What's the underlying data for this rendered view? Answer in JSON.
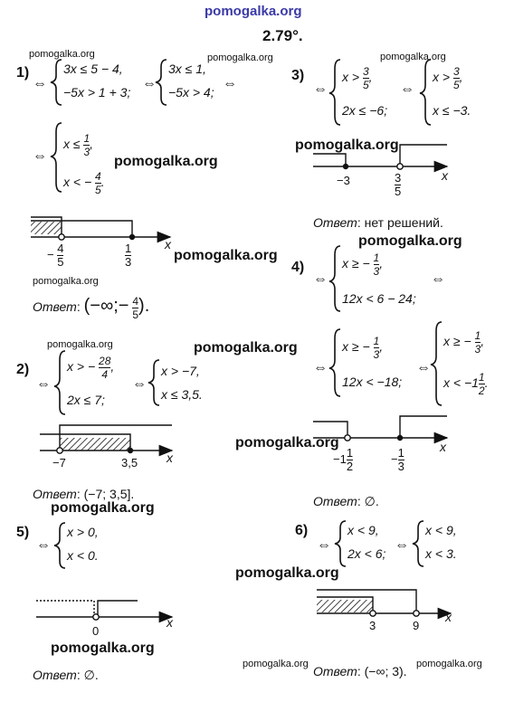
{
  "watermark": "pomogalka.org",
  "title": "2.79°.",
  "numbers": {
    "p1": "1)",
    "p2": "2)",
    "p3": "3)",
    "p4": "4)",
    "p5": "5)",
    "p6": "6)"
  },
  "arrow": "⇔",
  "p1": {
    "l1a": "3x ≤ 5 − 4,",
    "l1b": "−5x > 1 + 3;",
    "l2a": "3x ≤ 1,",
    "l2b": "−5x > 4;",
    "l3a_pre": "x ≤",
    "l3a_num": "1",
    "l3a_den": "3",
    "l3a_post": ",",
    "l3b_pre": "x < −",
    "l3b_num": "4",
    "l3b_den": "5",
    "l3b_post": ".",
    "ticks": {
      "t1_num": "4",
      "t1_den": "5",
      "t1_sign": "−",
      "t2_num": "1",
      "t2_den": "3"
    },
    "axis": "x",
    "answer_label": "Ответ",
    "answer": "(−∞; −4/5)",
    "answer_pre": "(−∞;−",
    "answer_num": "4",
    "answer_den": "5",
    "answer_post": ")."
  },
  "p2": {
    "l1a_pre": "x > −",
    "l1a_num": "28",
    "l1a_den": "4",
    "l1a_post": ",",
    "l1b": "2x ≤ 7;",
    "l2a": "x > −7,",
    "l2b": "x ≤ 3,5.",
    "ticks": [
      "−7",
      "3,5"
    ],
    "axis": "x",
    "answer_label": "Ответ",
    "answer": ": (−7; 3,5]."
  },
  "p3": {
    "l1a_pre": "x >",
    "l1a_num": "3",
    "l1a_den": "5",
    "l1a_post": ",",
    "l1b": "2x ≤ −6;",
    "l2a_pre": "x >",
    "l2a_num": "3",
    "l2a_den": "5",
    "l2a_post": ",",
    "l2b": "x ≤ −3.",
    "ticks": {
      "t1": "−3",
      "t2_num": "3",
      "t2_den": "5"
    },
    "axis": "x",
    "answer_label": "Ответ",
    "answer": ": нет решений."
  },
  "p4": {
    "l1a_pre": "x ≥ −",
    "l1a_num": "1",
    "l1a_den": "3",
    "l1a_post": ",",
    "l1b": "12x < 6 − 24;",
    "l2a_pre": "x ≥ −",
    "l2a_num": "1",
    "l2a_den": "3",
    "l2a_post": ",",
    "l2b": "12x < −18;",
    "l3a_pre": "x ≥ −",
    "l3a_num": "1",
    "l3a_den": "3",
    "l3a_post": ",",
    "l3b_pre": "x < −1",
    "l3b_num": "1",
    "l3b_den": "2",
    "l3b_post": ".",
    "ticks": {
      "t1_pre": "−1",
      "t1_num": "1",
      "t1_den": "2",
      "t2_pre": "−",
      "t2_num": "1",
      "t2_den": "3"
    },
    "axis": "x",
    "answer_label": "Ответ",
    "answer": ": ∅."
  },
  "p5": {
    "l1a": "x > 0,",
    "l1b": "x < 0.",
    "ticks": [
      "0"
    ],
    "axis": "x",
    "answer_label": "Ответ",
    "answer": ": ∅."
  },
  "p6": {
    "l1a": "x < 9,",
    "l1b": "2x < 6;",
    "l2a": "x < 9,",
    "l2b": "x < 3.",
    "ticks": [
      "3",
      "9"
    ],
    "axis": "x",
    "answer_label": "Ответ",
    "answer": ": (−∞; 3)."
  }
}
